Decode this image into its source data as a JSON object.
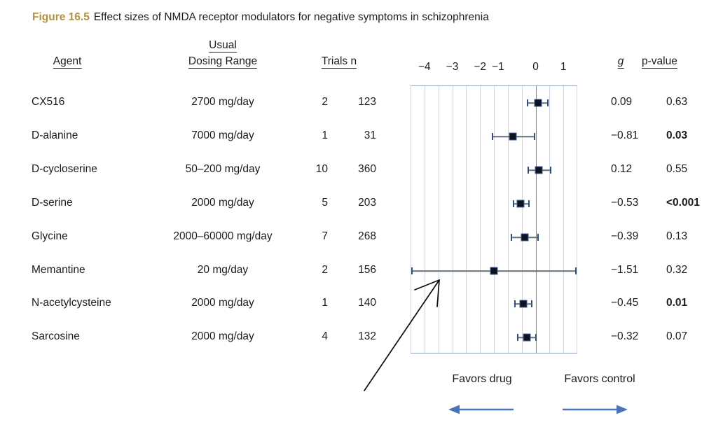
{
  "title": {
    "figure_label": "Figure 16.5",
    "text": "Effect sizes of NMDA receptor modulators for negative symptoms in schizophrenia"
  },
  "headers": {
    "agent": "Agent",
    "usual_line1": "Usual",
    "usual_line2": "Dosing Range",
    "trials_n": "Trials n",
    "g": "g",
    "p_value": "p-value"
  },
  "footer": {
    "favors_drug": "Favors drug",
    "favors_control": "Favors control"
  },
  "colors": {
    "figure_label": "#b49141",
    "grid_line": "#cdd7e4",
    "zero_line": "#6e87ad",
    "plot_border": "#9db0ca",
    "ci_line": "#676d78",
    "whisker_cap": "#30507f",
    "marker_fill": "#0c1322",
    "marker_border": "#42619c",
    "favors_arrow": "#4a73b9",
    "annotation_arrow": "#0c0c0c"
  },
  "chart_data": {
    "type": "scatter",
    "subtype": "forest-plot",
    "title": "Effect sizes of NMDA receptor modulators for negative symptoms in schizophrenia",
    "x_tick_labels": [
      "−4",
      "−3",
      "−2",
      "−1",
      "0",
      "1"
    ],
    "x_tick_values": [
      -4,
      -3,
      -2,
      -1,
      0,
      1
    ],
    "xlim": [
      -4.5,
      1.5
    ],
    "gridline_step": 0.5,
    "zero_reference_line": 0,
    "legend_position": "none",
    "direction_labels": {
      "negative_side": "Favors drug",
      "positive_side": "Favors control"
    },
    "annotations": [
      {
        "type": "arrow",
        "points_to": "Memantine confidence interval"
      }
    ],
    "rows": [
      {
        "agent": "CX516",
        "dosing": "2700 mg/day",
        "trials": "2",
        "n": "123",
        "g": 0.09,
        "g_label": "0.09",
        "ci_low": -0.28,
        "ci_high": 0.43,
        "p_label": "0.63",
        "p_significant": false
      },
      {
        "agent": "D-alanine",
        "dosing": "7000 mg/day",
        "trials": "1",
        "n": "31",
        "g": -0.81,
        "g_label": "−0.81",
        "ci_low": -1.55,
        "ci_high": -0.05,
        "p_label": "0.03",
        "p_significant": true
      },
      {
        "agent": "D-cycloserine",
        "dosing": "50–200 mg/day",
        "trials": "10",
        "n": "360",
        "g": 0.12,
        "g_label": "0.12",
        "ci_low": -0.27,
        "ci_high": 0.55,
        "p_label": "0.55",
        "p_significant": false
      },
      {
        "agent": "D-serine",
        "dosing": "2000 mg/day",
        "trials": "5",
        "n": "203",
        "g": -0.53,
        "g_label": "−0.53",
        "ci_low": -0.8,
        "ci_high": -0.25,
        "p_label": "<0.001",
        "p_significant": true
      },
      {
        "agent": "Glycine",
        "dosing": "2000–60000 mg/day",
        "trials": "7",
        "n": "268",
        "g": -0.39,
        "g_label": "−0.39",
        "ci_low": -0.88,
        "ci_high": 0.1,
        "p_label": "0.13",
        "p_significant": false
      },
      {
        "agent": "Memantine",
        "dosing": "20 mg/day",
        "trials": "2",
        "n": "156",
        "g": -1.51,
        "g_label": "−1.51",
        "ci_low": -4.45,
        "ci_high": 1.45,
        "p_label": "0.32",
        "p_significant": false
      },
      {
        "agent": "N-acetylcysteine",
        "dosing": "2000 mg/day",
        "trials": "1",
        "n": "140",
        "g": -0.45,
        "g_label": "−0.45",
        "ci_low": -0.75,
        "ci_high": -0.13,
        "p_label": "0.01",
        "p_significant": true
      },
      {
        "agent": "Sarcosine",
        "dosing": "2000 mg/day",
        "trials": "4",
        "n": "132",
        "g": -0.32,
        "g_label": "−0.32",
        "ci_low": -0.65,
        "ci_high": 0.0,
        "p_label": "0.07",
        "p_significant": false
      }
    ]
  }
}
